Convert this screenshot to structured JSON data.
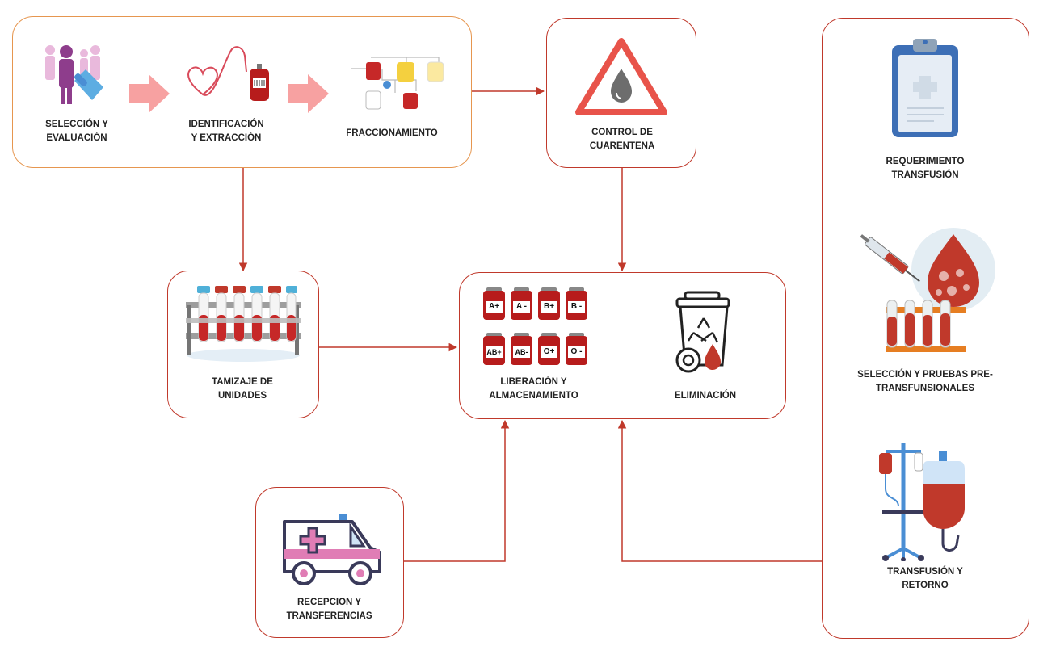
{
  "colors": {
    "line": "#c0392b",
    "box_orange": "#e6964f",
    "arrow_fill": "#f7a1a1",
    "blood": "#c0392b",
    "pink": "#e07db5",
    "purple": "#8e3d8c",
    "blue": "#4a8ed4"
  },
  "steps": {
    "seleccion": "SELECCIÓN Y\nEVALUACIÓN",
    "identificacion": "IDENTIFICACIÓN\nY EXTRACCIÓN",
    "fraccionamiento": "FRACCIONAMIENTO",
    "control": "CONTROL DE\nCUARENTENA",
    "tamizaje": "TAMIZAJE DE\nUNIDADES",
    "liberacion": "LIBERACIÓN Y\nALMACENAMIENTO",
    "eliminacion": "ELIMINACIÓN",
    "recepcion": "RECEPCION Y\nTRANSFERENCIAS",
    "requerimiento": "REQUERIMIENTO\nTRANSFUSIÓN",
    "pruebas": "SELECCIÓN Y PRUEBAS PRE-\nTRANSFUNSIONALES",
    "transfusion": "TRANSFUSIÓN Y\nRETORNO"
  },
  "blood_groups": [
    "A+",
    "A -",
    "B+",
    "B -",
    "AB+",
    "AB-",
    "O+",
    "O -"
  ],
  "icons": {
    "donors": "people-selection-icon",
    "heart_bag": "heart-blood-bag-icon",
    "fraction": "blood-fractionation-icon",
    "warning": "warning-drop-icon",
    "tubes": "test-tube-rack-icon",
    "bin": "recycle-bin-icon",
    "ambulance": "ambulance-icon",
    "clipboard": "clipboard-icon",
    "syringe": "syringe-tubes-icon",
    "iv": "iv-stand-icon"
  }
}
